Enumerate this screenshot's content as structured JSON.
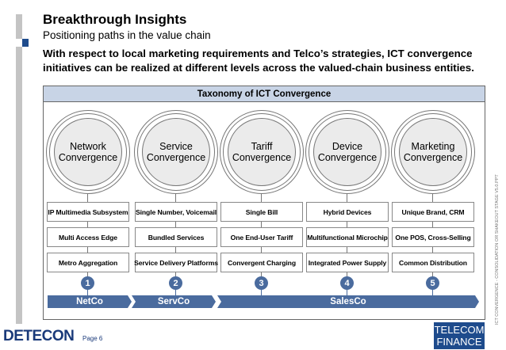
{
  "header": {
    "title": "Breakthrough Insights",
    "subtitle": "Positioning paths in the value chain",
    "lead": "With respect to local marketing requirements and Telco’s strategies, ICT convergence initiatives can be realized at different levels across the valued-chain business entities."
  },
  "taxonomy": {
    "title": "Taxonomy of ICT Convergence",
    "columns": [
      {
        "name": "Network Convergence",
        "items": [
          "IP Multimedia Subsystem",
          "Multi Access Edge",
          "Metro Aggregation"
        ],
        "number": "1"
      },
      {
        "name": "Service Convergence",
        "items": [
          "Single Number, Voicemail",
          "Bundled Services",
          "Service Delivery Platforms"
        ],
        "number": "2"
      },
      {
        "name": "Tariff Convergence",
        "items": [
          "Single Bill",
          "One End-User Tariff",
          "Convergent Charging"
        ],
        "number": "3"
      },
      {
        "name": "Device Convergence",
        "items": [
          "Hybrid Devices",
          "Multifunctional Microchip",
          "Integrated Power Supply"
        ],
        "number": "4"
      },
      {
        "name": "Marketing Convergence",
        "items": [
          "Unique Brand, CRM",
          "One POS, Cross-Selling",
          "Common Distribution"
        ],
        "number": "5"
      }
    ],
    "segments": [
      "NetCo",
      "ServCo",
      "SalesCo"
    ]
  },
  "footer": {
    "logo": "DETECON",
    "page": "Page 6",
    "partner_logo": "TELECOM FINANCE",
    "side_text": "ICT CONVERGENCE - CONSOLIDATION OR SHAKEOUT STAGE V5.0.PPT"
  },
  "colors": {
    "accent": "#4a6b9e",
    "header_band": "#c8d4e6",
    "brand": "#1a3a7a"
  }
}
